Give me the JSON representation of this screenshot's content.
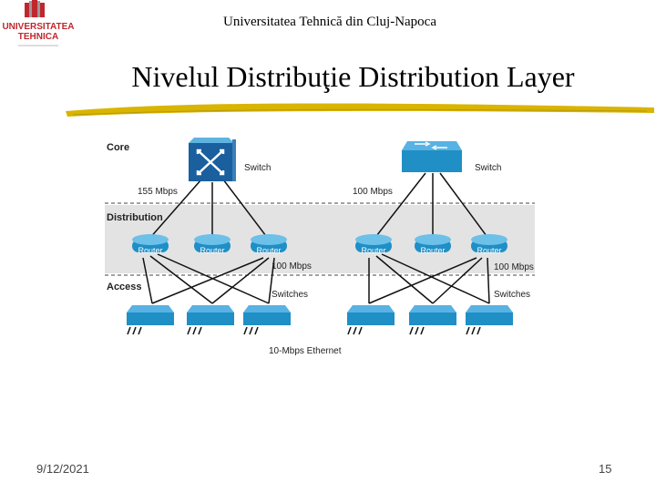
{
  "header": {
    "institution": "Universitatea Tehnică din Cluj-Napoca"
  },
  "logo": {
    "line1": "UNIVERSITATEA",
    "line2": "TEHNICA",
    "icon": "university-crest-icon",
    "accent": "#c0272d"
  },
  "slide": {
    "title": "Nivelul Distribuţie Distribution Layer",
    "date": "9/12/2021",
    "page": "15"
  },
  "diagram": {
    "layers": {
      "core": "Core",
      "distribution": "Distribution",
      "access": "Access"
    },
    "labels": {
      "core_left_device": "Switch",
      "core_right_device": "Switch",
      "link_left_core": "155 Mbps",
      "link_right_core": "100 Mbps",
      "link_left_dist": "100 Mbps",
      "link_right_dist": "100 Mbps",
      "switches_left": "Switches",
      "switches_right": "Switches",
      "access_media": "10-Mbps Ethernet"
    },
    "router_label": "Router",
    "colors": {
      "device": "#1f8fc6",
      "distribution_band": "#e3e3e3",
      "core_switch": "#1a5f9e"
    }
  }
}
